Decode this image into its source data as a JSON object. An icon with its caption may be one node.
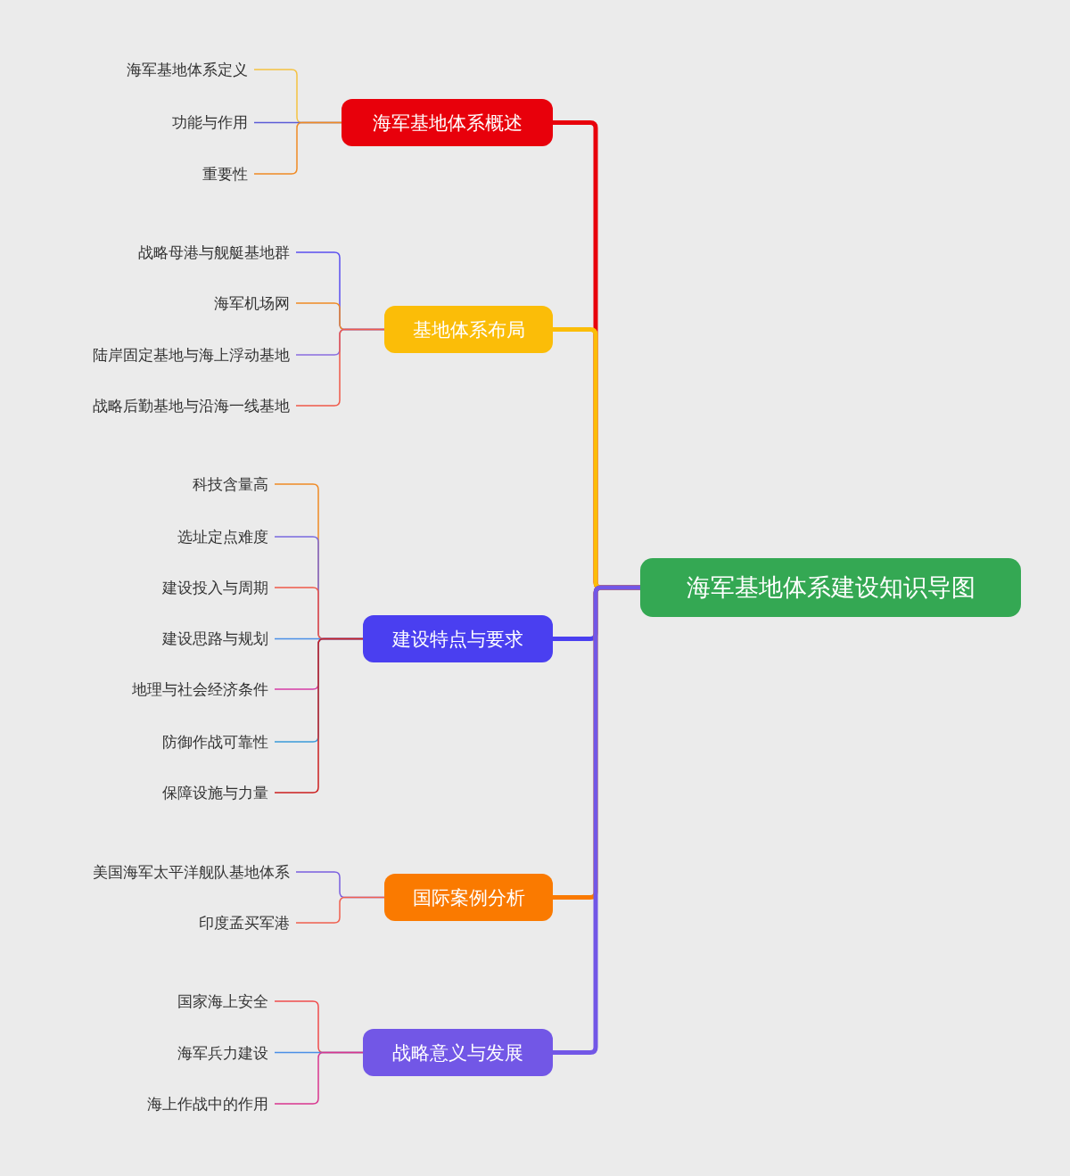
{
  "diagram": {
    "nodes": [
      {
        "text": [
          "海军基地体系建设知识导图"
        ]
      },
      {
        "text": [
          "海军基地体系概述"
        ]
      },
      {
        "text": [
          "海军基地体系定义"
        ]
      },
      {
        "text": [
          "功能与作用"
        ]
      },
      {
        "text": [
          "重要性"
        ]
      },
      {
        "text": [
          "基地体系布局"
        ]
      },
      {
        "text": [
          "战略母港与舰艇基地群"
        ]
      },
      {
        "text": [
          "海军机场网"
        ]
      },
      {
        "text": [
          "陆岸固定基地与海上浮动基地"
        ]
      },
      {
        "text": [
          "战略后勤基地与沿海一线基地"
        ]
      },
      {
        "text": [
          "建设特点与要求"
        ]
      },
      {
        "text": [
          "科技含量高"
        ]
      },
      {
        "text": [
          "选址定点难度"
        ]
      },
      {
        "text": [
          "建设投入与周期"
        ]
      },
      {
        "text": [
          "建设思路与规划"
        ]
      },
      {
        "text": [
          "地理与社会经济条件"
        ]
      },
      {
        "text": [
          "防御作战可靠性"
        ]
      },
      {
        "text": [
          "保障设施与力量"
        ]
      },
      {
        "text": [
          "国际案例分析"
        ]
      },
      {
        "text": [
          "美国海军太平洋舰队基地体系"
        ]
      },
      {
        "text": [
          "印度孟买军港"
        ]
      },
      {
        "text": [
          "战略意义与发展"
        ]
      },
      {
        "text": [
          "国家海上安全"
        ]
      },
      {
        "text": [
          "海军兵力建设"
        ]
      },
      {
        "text": [
          "海上作战中的作用"
        ]
      }
    ],
    "edges": [
      {
        "from": 0,
        "to": 1,
        "arrow": "none",
        "style": "thick",
        "color": "#e8000b"
      },
      {
        "from": 0,
        "to": 5,
        "arrow": "none",
        "style": "thick",
        "color": "#fbbd08"
      },
      {
        "from": 0,
        "to": 10,
        "arrow": "none",
        "style": "thick",
        "color": "#4a3ff0"
      },
      {
        "from": 0,
        "to": 18,
        "arrow": "none",
        "style": "thick",
        "color": "#fa7a00"
      },
      {
        "from": 0,
        "to": 21,
        "arrow": "none",
        "style": "thick",
        "color": "#7257e6"
      },
      {
        "from": 1,
        "to": 2,
        "arrow": "none",
        "color": "#f5c242"
      },
      {
        "from": 1,
        "to": 3,
        "arrow": "none",
        "color": "#5b5bd6"
      },
      {
        "from": 1,
        "to": 4,
        "arrow": "none",
        "color": "#f08a24"
      },
      {
        "from": 5,
        "to": 6,
        "arrow": "none",
        "color": "#5b4ff0"
      },
      {
        "from": 5,
        "to": 7,
        "arrow": "none",
        "color": "#f08a24"
      },
      {
        "from": 5,
        "to": 8,
        "arrow": "none",
        "color": "#8a6ee0"
      },
      {
        "from": 5,
        "to": 9,
        "arrow": "none",
        "color": "#f05a4a"
      },
      {
        "from": 10,
        "to": 11,
        "arrow": "none",
        "color": "#f08a24"
      },
      {
        "from": 10,
        "to": 12,
        "arrow": "none",
        "color": "#7a6ae0"
      },
      {
        "from": 10,
        "to": 13,
        "arrow": "none",
        "color": "#f05a4a"
      },
      {
        "from": 10,
        "to": 14,
        "arrow": "none",
        "color": "#4a8fe7"
      },
      {
        "from": 10,
        "to": 15,
        "arrow": "none",
        "color": "#d63ca6"
      },
      {
        "from": 10,
        "to": 16,
        "arrow": "none",
        "color": "#3a9ad9"
      },
      {
        "from": 10,
        "to": 17,
        "arrow": "none",
        "color": "#cc1f1f"
      },
      {
        "from": 18,
        "to": 19,
        "arrow": "none",
        "color": "#7a5fe0"
      },
      {
        "from": 18,
        "to": 20,
        "arrow": "none",
        "color": "#f0604f"
      },
      {
        "from": 21,
        "to": 22,
        "arrow": "none",
        "color": "#f04c4c"
      },
      {
        "from": 21,
        "to": 23,
        "arrow": "none",
        "color": "#4a8fe7"
      },
      {
        "from": 21,
        "to": 24,
        "arrow": "none",
        "color": "#d9368f"
      }
    ]
  }
}
